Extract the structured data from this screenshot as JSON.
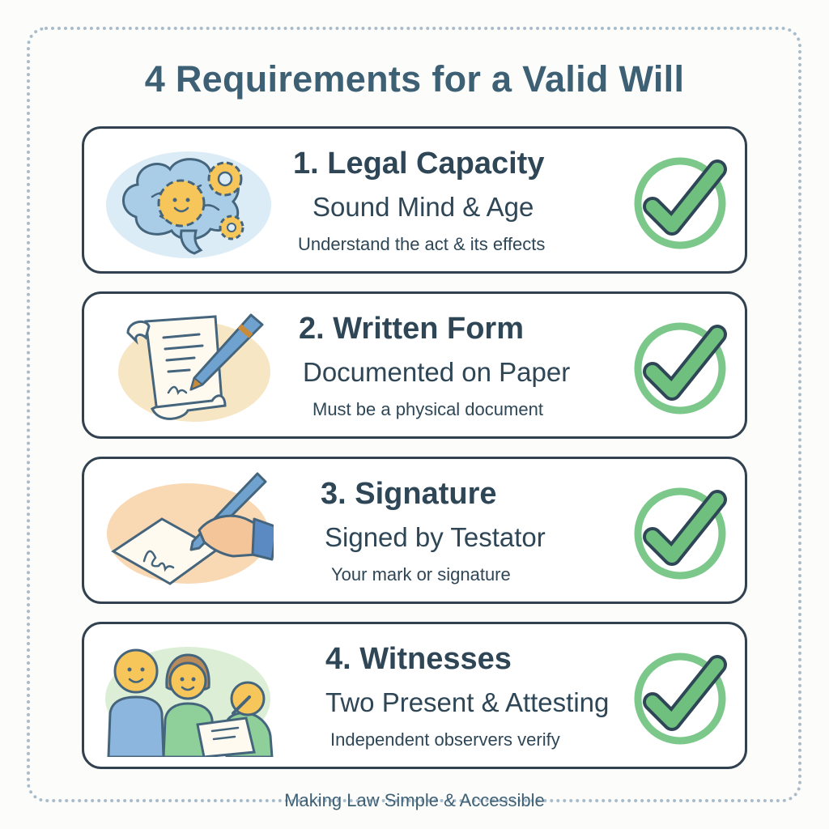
{
  "title": "4 Requirements for a Valid Will",
  "requirements": [
    {
      "heading": "1. Legal Capacity",
      "subtitle": "Sound Mind & Age",
      "description": "Understand the act & its effects",
      "icon": "brain-gears-icon"
    },
    {
      "heading": "2. Written Form",
      "subtitle": "Documented on Paper",
      "description": "Must be a physical document",
      "icon": "scroll-pen-icon"
    },
    {
      "heading": "3. Signature",
      "subtitle": "Signed by Testator",
      "description": "Your mark or signature",
      "icon": "hand-signing-icon"
    },
    {
      "heading": "4. Witnesses",
      "subtitle": "Two Present & Attesting",
      "description": "Independent observers verify",
      "icon": "witnesses-icon"
    }
  ],
  "check_icon": "checkmark-circle-icon",
  "footer": "Making Law Simple & Accessible",
  "colors": {
    "title": "#3e6075",
    "text": "#2e4656",
    "card_border": "#31414f",
    "check_green": "#6fbf7e",
    "frame_dots": "#a9bccb"
  }
}
